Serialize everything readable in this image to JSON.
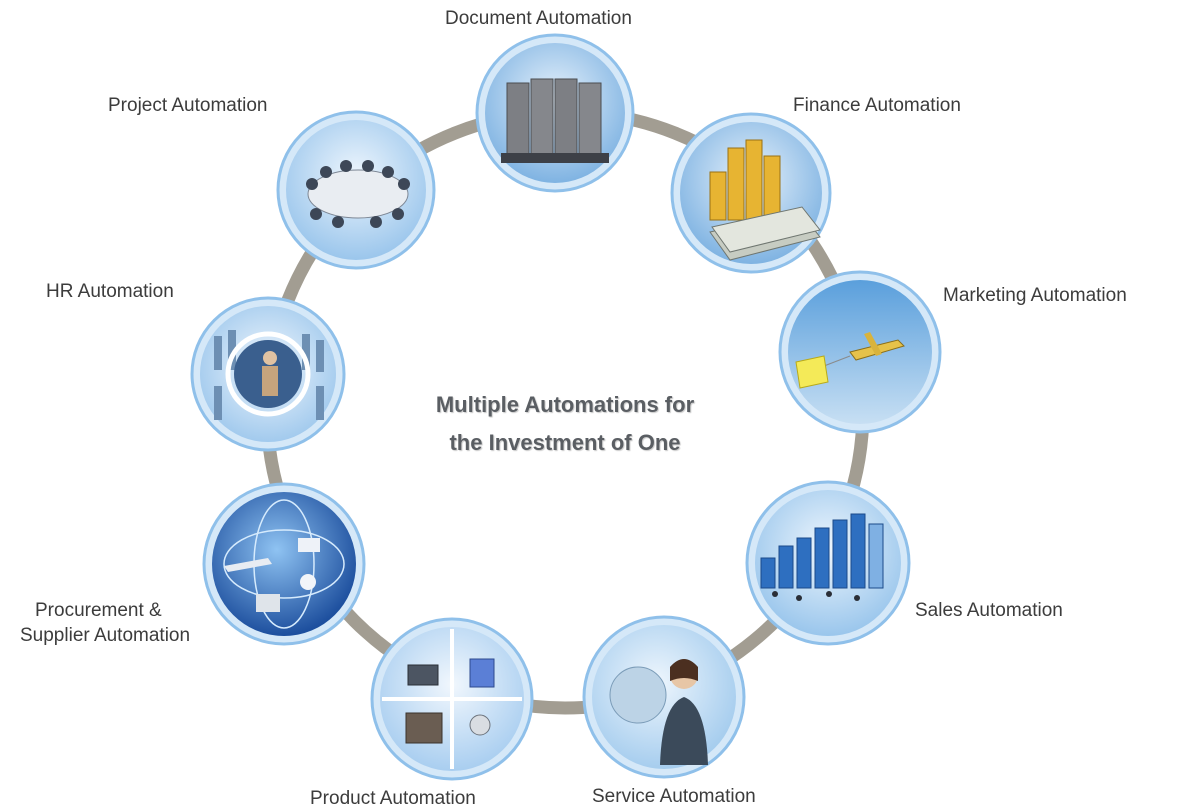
{
  "diagram": {
    "center_title_line1": "Multiple Automations for",
    "center_title_line2": "the Investment of One",
    "ring_color": "#9e9a8f",
    "accent_color": "#4f8fd0",
    "nodes": [
      {
        "label": "Document Automation",
        "icon": "books-icon"
      },
      {
        "label": "Finance Automation",
        "icon": "gold-coins-icon"
      },
      {
        "label": "Marketing Automation",
        "icon": "airplane-banner-icon"
      },
      {
        "label": "Sales Automation",
        "icon": "bar-chart-people-icon"
      },
      {
        "label": "Service Automation",
        "icon": "service-agent-icon"
      },
      {
        "label": "Product Automation",
        "icon": "product-grid-icon"
      },
      {
        "label_line1": "Procurement &",
        "label_line2": "Supplier Automation",
        "icon": "globe-network-icon"
      },
      {
        "label": "HR Automation",
        "icon": "crowd-people-icon"
      },
      {
        "label": "Project Automation",
        "icon": "meeting-table-icon"
      }
    ]
  }
}
